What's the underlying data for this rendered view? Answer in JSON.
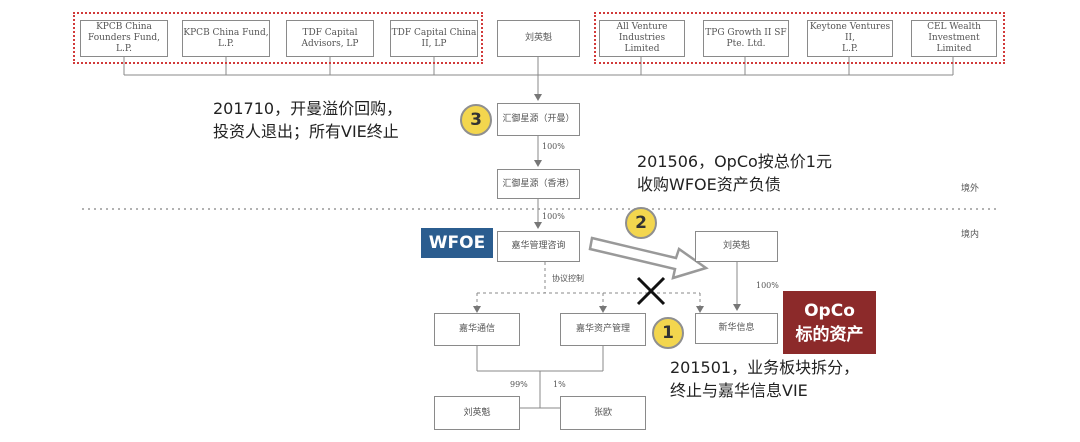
{
  "investors_left": [
    "KPCB China\nFounders Fund, L.P.",
    "KPCB China Fund,\nL.P.",
    "TDF Capital\nAdvisors, LP",
    "TDF Capital China\nII, LP"
  ],
  "founder_top": "刘英魁",
  "investors_right": [
    "All Venture\nIndustries Limited",
    "TPG Growth II SF\nPte. Ltd.",
    "Keytone Ventures II,\nL.P.",
    "CEL Wealth\nInvestment Limited"
  ],
  "huiyu_kaiman": "汇御星源（开曼）",
  "pct_1": "100%",
  "huiyu_hk": "汇御星源（香港）",
  "pct_2": "100%",
  "wfoe_box": "嘉华管理咨询",
  "offshore_label": "境外",
  "onshore_label": "境内",
  "agreement_label": "协议控制",
  "opco_owner": "刘英魁",
  "pct_3": "100%",
  "jiahua_tongxin": "嘉华通信",
  "jiahua_zichan": "嘉华资产管理",
  "xinhua_xinxi": "新华信息",
  "pct_99": "99%",
  "pct_1_small": "1%",
  "bottom_left": "刘英魁",
  "bottom_right": "张欧",
  "anno_3": "201710，开曼溢价回购，\n投资人退出；所有VIE终止",
  "anno_2": "201506，OpCo按总价1元\n收购WFOE资产负债",
  "anno_1": "201501，业务板块拆分，\n终止与嘉华信息VIE",
  "num_1": "1",
  "num_2": "2",
  "num_3": "3",
  "tag_wfoe": "WFOE",
  "tag_opco": "OpCo\n标的资产",
  "colors": {
    "dotted_red": "#d13a3a",
    "wfoe_blue": "#2b5d8f",
    "opco_red": "#8c2a2a",
    "circle_yellow": "#f3d64e"
  }
}
